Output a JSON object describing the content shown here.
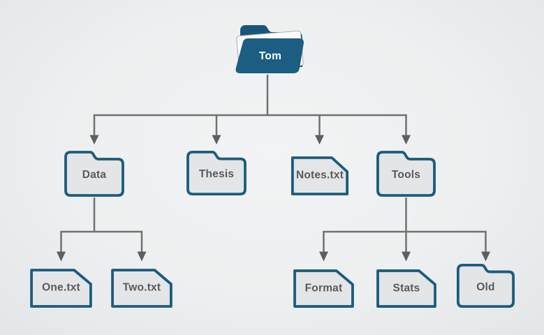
{
  "diagram": {
    "kind": "file-system-tree",
    "tree": {
      "root": {
        "label": "Tom",
        "type": "folder"
      },
      "children": [
        {
          "label": "Data",
          "type": "folder",
          "children": [
            {
              "label": "One.txt",
              "type": "file"
            },
            {
              "label": "Two.txt",
              "type": "file"
            }
          ]
        },
        {
          "label": "Thesis",
          "type": "folder"
        },
        {
          "label": "Notes.txt",
          "type": "file"
        },
        {
          "label": "Tools",
          "type": "folder",
          "children": [
            {
              "label": "Format",
              "type": "file"
            },
            {
              "label": "Stats",
              "type": "file"
            },
            {
              "label": "Old",
              "type": "folder"
            }
          ]
        }
      ]
    },
    "colors": {
      "background": "#edeff0",
      "node_fill": "#e3e5e7",
      "node_border": "#1d5b7e",
      "root_folder_fill": "#1a5c7f",
      "root_label": "#ffffff",
      "connector_line": "#6e7072",
      "arrowhead": "#5d5f62",
      "label_text": "#595a5d"
    }
  }
}
